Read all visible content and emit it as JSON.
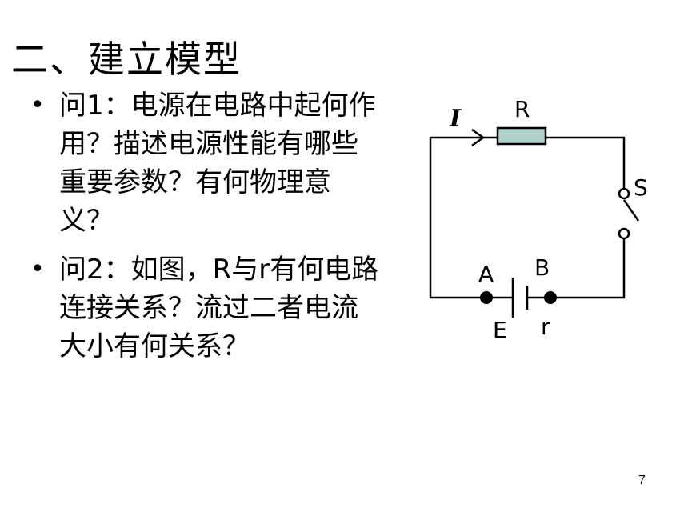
{
  "slide": {
    "title": "二、建立模型",
    "page_number": "7"
  },
  "questions": [
    {
      "bullet": "•",
      "text": "问1：电源在电路中起何作用？描述电源性能有哪些重要参数？有何物理意义？"
    },
    {
      "bullet": "•",
      "text": "问2：如图，R与r有何电路连接关系？流过二者电流大小有何关系？"
    }
  ],
  "circuit": {
    "current_label": "I",
    "resistor_label": "R",
    "switch_label": "S",
    "node_a_label": "A",
    "node_b_label": "B",
    "emf_label": "E",
    "internal_resistance_label": "r",
    "resistor_color": "#b0d0cc"
  }
}
